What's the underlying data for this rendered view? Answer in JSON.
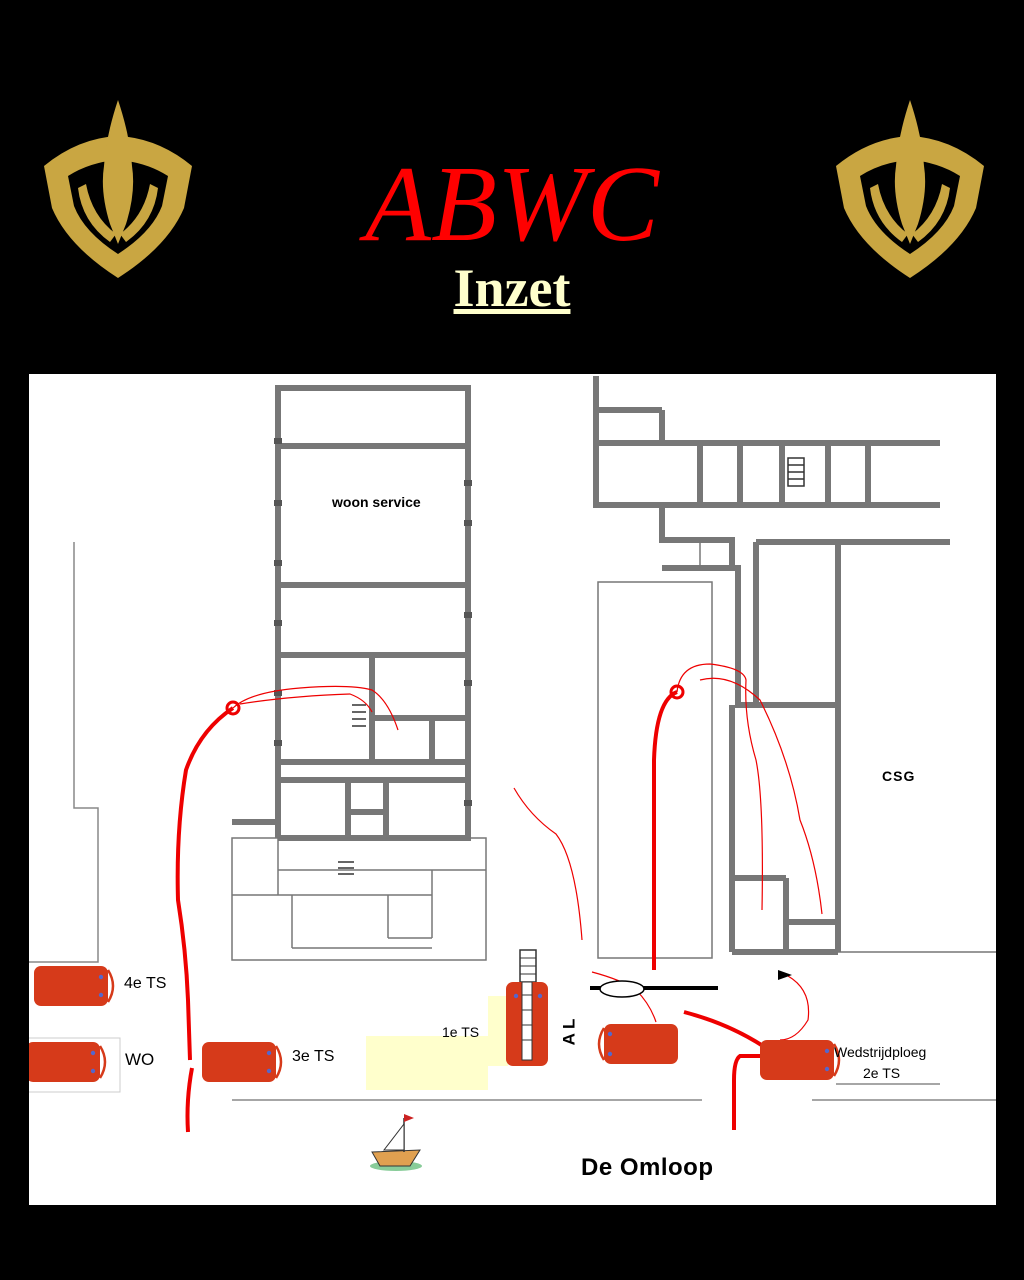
{
  "header": {
    "title": "ABWC",
    "subtitle": "Inzet"
  },
  "logos": [
    "brandweer-logo-icon",
    "brandweer-logo-icon"
  ],
  "map": {
    "buildings": {
      "woonservice": "woon service",
      "csg": "CSG"
    },
    "street": "De Omloop",
    "vehicles": {
      "ts4": "4e TS",
      "wo": "WO",
      "ts3": "3e TS",
      "ts1": "1e TS",
      "al": "A L",
      "wedstrijdploeg": "Wedstrijdploeg",
      "ts2": "2e TS"
    }
  },
  "colors": {
    "background": "#000000",
    "title": "#ff0000",
    "subtitle": "#ffffcc",
    "logo": "#c9a642",
    "vehicle": "#d63a1a",
    "hose": "#ee0000"
  }
}
